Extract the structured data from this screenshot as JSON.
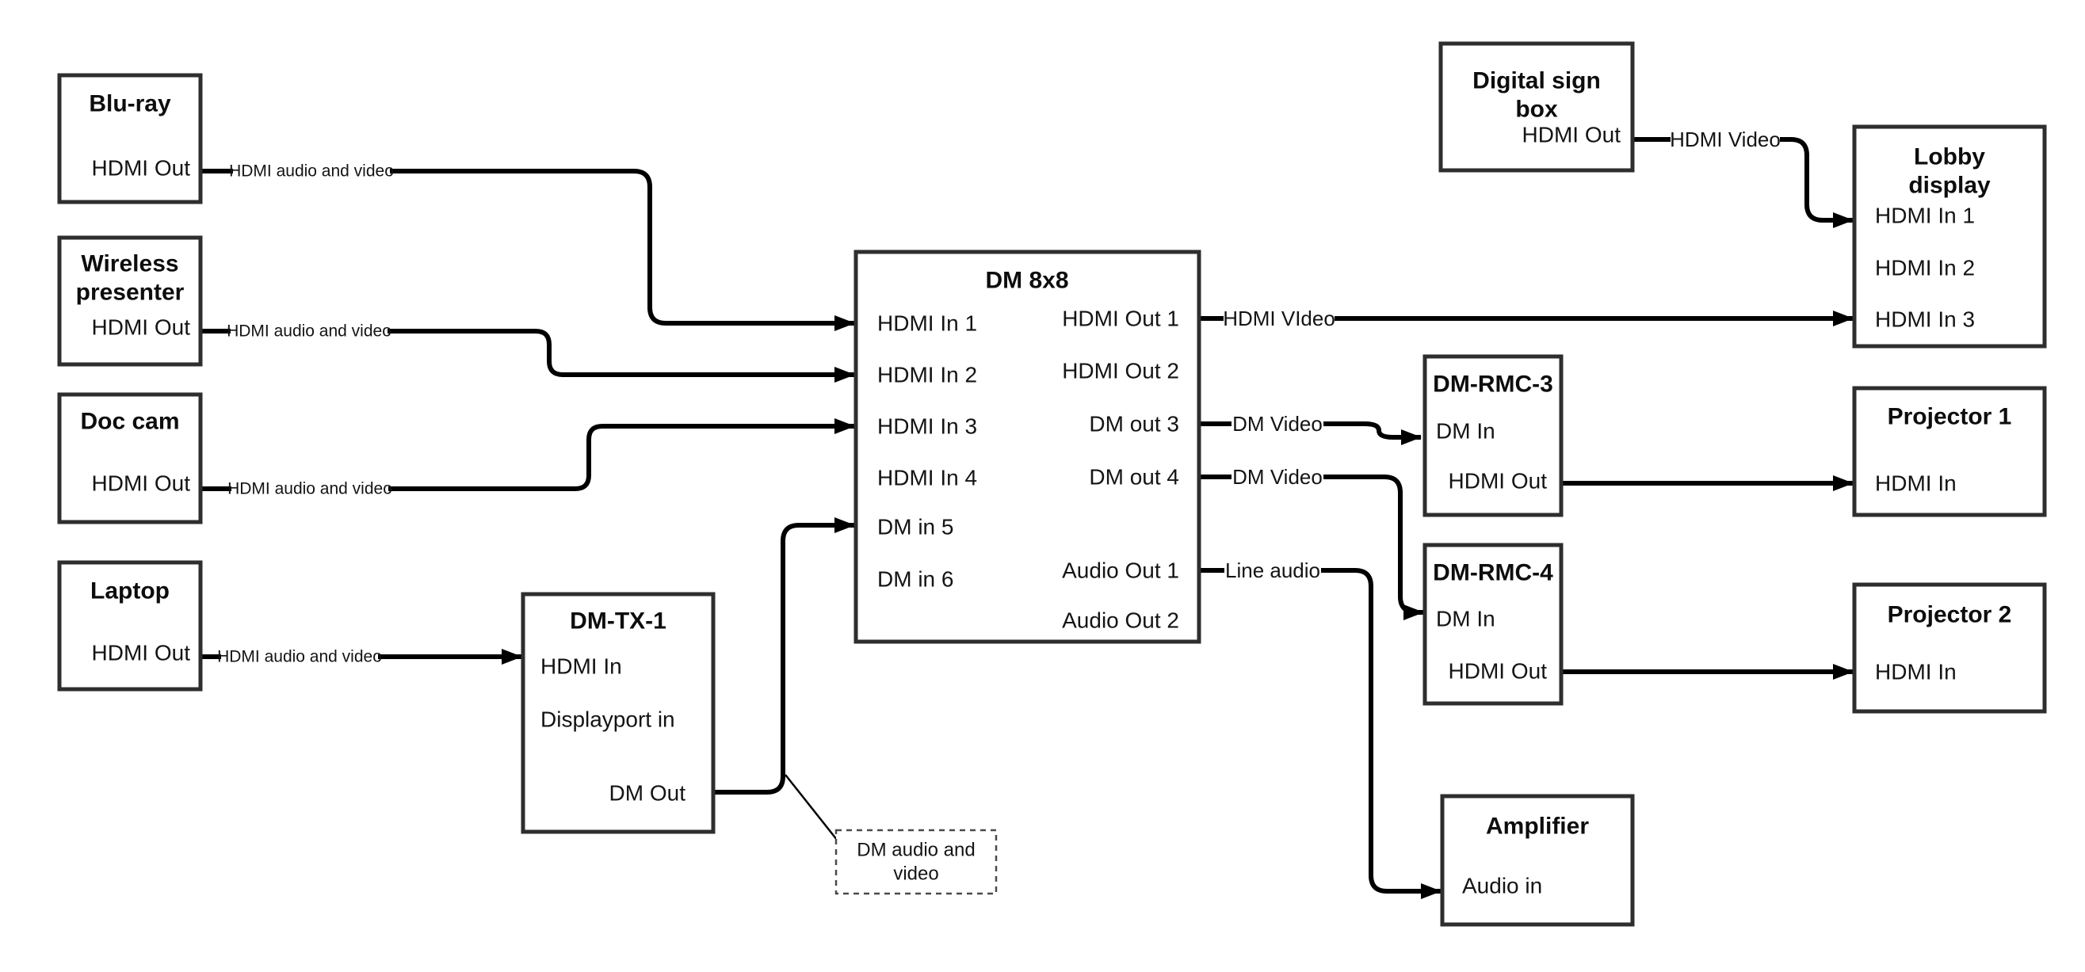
{
  "diagram": {
    "colors": {
      "background": "#ffffff",
      "box_border": "#2e2e2e",
      "line": "#000000",
      "text": "#141414"
    },
    "nodes": {
      "blu_ray": {
        "title": "Blu-ray",
        "port_hdmi_out": "HDMI Out"
      },
      "wireless_presenter": {
        "title_line1": "Wireless",
        "title_line2": "presenter",
        "port_hdmi_out": "HDMI Out"
      },
      "doc_cam": {
        "title": "Doc cam",
        "port_hdmi_out": "HDMI Out"
      },
      "laptop": {
        "title": "Laptop",
        "port_hdmi_out": "HDMI Out"
      },
      "dm_tx_1": {
        "title": "DM-TX-1",
        "port_hdmi_in": "HDMI In",
        "port_displayport_in": "Displayport in",
        "port_dm_out": "DM Out"
      },
      "dm_8x8": {
        "title": "DM 8x8",
        "inputs": [
          "HDMI In 1",
          "HDMI In 2",
          "HDMI In 3",
          "HDMI In 4",
          "DM in 5",
          "DM in 6"
        ],
        "outputs": [
          "HDMI Out 1",
          "HDMI Out 2",
          "DM out 3",
          "DM out 4",
          "Audio Out 1",
          "Audio Out 2"
        ]
      },
      "digital_sign_box": {
        "title_line1": "Digital sign",
        "title_line2": "box",
        "port_hdmi_out": "HDMI Out"
      },
      "lobby_display": {
        "title_line1": "Lobby",
        "title_line2": "display",
        "ports": [
          "HDMI In 1",
          "HDMI In 2",
          "HDMI In 3"
        ]
      },
      "dm_rmc_3": {
        "title": "DM-RMC-3",
        "port_dm_in": "DM In",
        "port_hdmi_out": "HDMI Out"
      },
      "dm_rmc_4": {
        "title": "DM-RMC-4",
        "port_dm_in": "DM In",
        "port_hdmi_out": "HDMI Out"
      },
      "projector_1": {
        "title": "Projector 1",
        "port_hdmi_in": "HDMI In"
      },
      "projector_2": {
        "title": "Projector 2",
        "port_hdmi_in": "HDMI In"
      },
      "amplifier": {
        "title": "Amplifier",
        "port_audio_in": "Audio in"
      }
    },
    "edge_labels": {
      "blu_ray_to_dm8x8": "HDMI audio and video",
      "wireless_to_dm8x8": "HDMI audio and video",
      "doc_cam_to_dm8x8": "HDMI audio and video",
      "laptop_to_dmtx1": "HDMI audio and video",
      "sign_to_lobby": "HDMI Video",
      "dm8x8_hdmi_out1_to_lobby": "HDMI VIdeo",
      "dm8x8_dm_out3_to_rmc3": "DM Video",
      "dm8x8_dm_out4_to_rmc4": "DM Video",
      "dm8x8_audio_out1_to_amp": "Line audio"
    },
    "note": {
      "line1": "DM audio and",
      "line2": "video"
    }
  }
}
